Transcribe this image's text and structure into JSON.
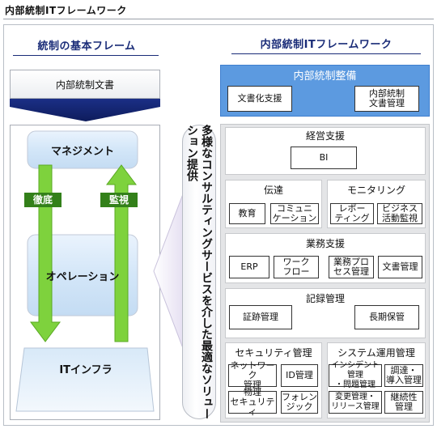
{
  "page_title": "内部統制ITフレームワーク",
  "left": {
    "header": "統制の基本フレーム",
    "document": "内部統制文書",
    "management": "マネジメント",
    "operation": "オペレーション",
    "infra": "ITインフラ",
    "down_arrow_label": "徹底",
    "up_arrow_label": "監視"
  },
  "consulting": "多様なコンサルティングサービスを介した最適なソリューション提供",
  "right": {
    "header": "内部統制ITフレームワーク",
    "setup": {
      "title": "内部統制整備",
      "items": [
        "文書化支援",
        "内部統制\n文書管理"
      ]
    },
    "mgmt": {
      "title": "経営支援",
      "items": [
        "BI"
      ]
    },
    "comm": {
      "title": "伝達",
      "items": [
        "教育",
        "コミュニ\nケーション"
      ]
    },
    "monitor": {
      "title": "モニタリング",
      "items": [
        "レポー\nティング",
        "ビジネス\n活動監視"
      ]
    },
    "biz": {
      "title": "業務支援",
      "items": [
        "ERP",
        "ワーク\nフロー",
        "業務プロ\nセス管理",
        "文書管理"
      ]
    },
    "records": {
      "title": "記録管理",
      "items": [
        "証跡管理",
        "長期保管"
      ]
    },
    "security": {
      "title": "セキュリティ管理",
      "items": [
        "ネットワーク\n管理",
        "ID管理",
        "物理\nセキュリティ",
        "フォレン\nジック"
      ]
    },
    "sysops": {
      "title": "システム運用管理",
      "items": [
        "インシデント管理\n・問題管理",
        "調達・\n導入管理",
        "変更管理・\nリリース管理",
        "継続性\n管理"
      ]
    }
  },
  "colors": {
    "navy": "#1a2c78",
    "arrow_green": "#7ed23d",
    "top_blue": "#5c9ae0",
    "box_blue": "#cfe3f7"
  }
}
